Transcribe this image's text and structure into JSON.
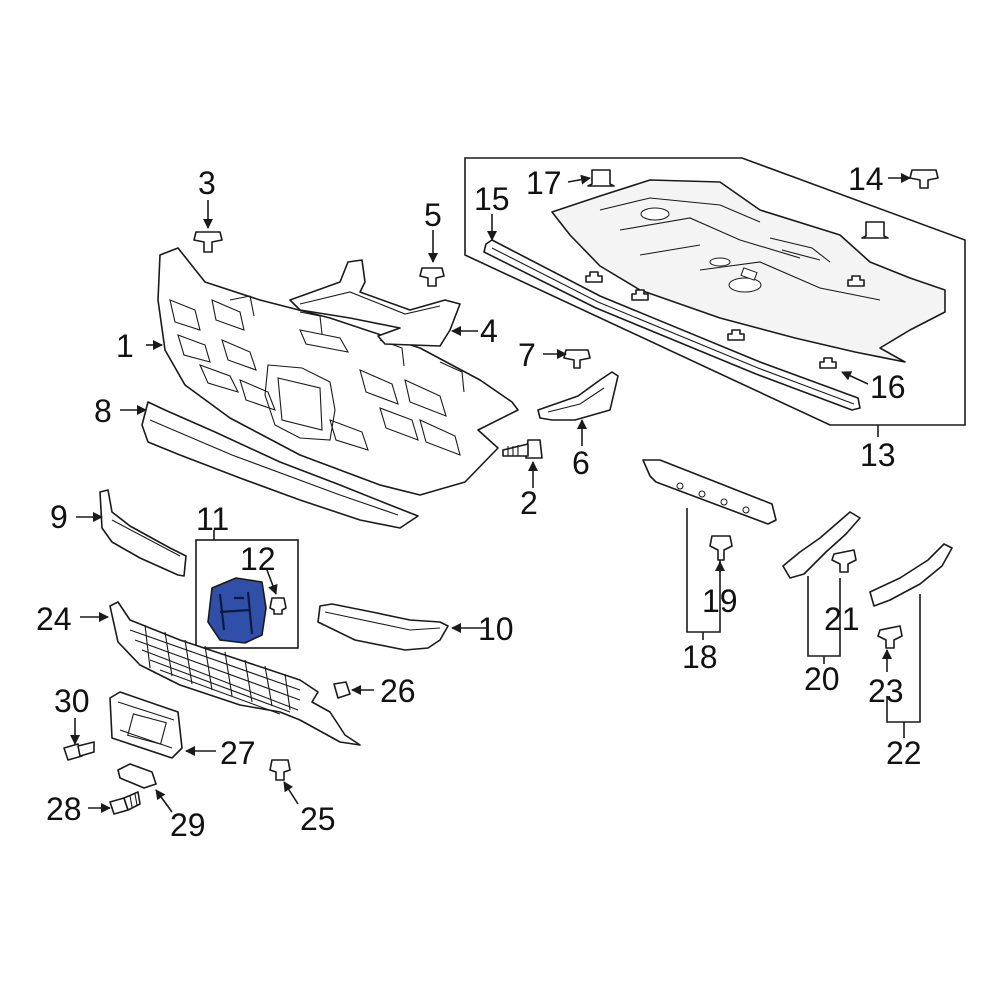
{
  "diagram": {
    "highlight_color": "#2f4fa8",
    "callouts": [
      {
        "id": "c1",
        "text": "1"
      },
      {
        "id": "c2",
        "text": "2"
      },
      {
        "id": "c3",
        "text": "3"
      },
      {
        "id": "c4",
        "text": "4"
      },
      {
        "id": "c5",
        "text": "5"
      },
      {
        "id": "c6",
        "text": "6"
      },
      {
        "id": "c7",
        "text": "7"
      },
      {
        "id": "c8",
        "text": "8"
      },
      {
        "id": "c9",
        "text": "9"
      },
      {
        "id": "c10",
        "text": "10"
      },
      {
        "id": "c11",
        "text": "11"
      },
      {
        "id": "c12",
        "text": "12"
      },
      {
        "id": "c13",
        "text": "13"
      },
      {
        "id": "c14",
        "text": "14"
      },
      {
        "id": "c15",
        "text": "15"
      },
      {
        "id": "c16",
        "text": "16"
      },
      {
        "id": "c17",
        "text": "17"
      },
      {
        "id": "c18",
        "text": "18"
      },
      {
        "id": "c19",
        "text": "19"
      },
      {
        "id": "c20",
        "text": "20"
      },
      {
        "id": "c21",
        "text": "21"
      },
      {
        "id": "c22",
        "text": "22"
      },
      {
        "id": "c23",
        "text": "23"
      },
      {
        "id": "c24",
        "text": "24"
      },
      {
        "id": "c25",
        "text": "25"
      },
      {
        "id": "c26",
        "text": "26"
      },
      {
        "id": "c27",
        "text": "27"
      },
      {
        "id": "c28",
        "text": "28"
      },
      {
        "id": "c29",
        "text": "29"
      },
      {
        "id": "c30",
        "text": "30"
      }
    ]
  }
}
